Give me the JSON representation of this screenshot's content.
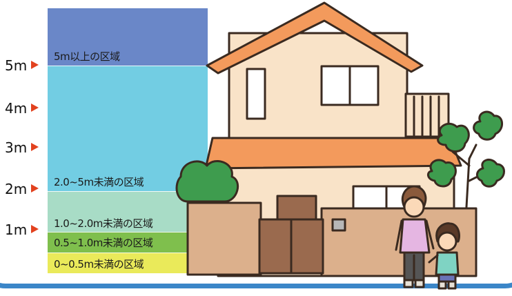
{
  "scale": {
    "labels": [
      "5m",
      "4m",
      "3m",
      "2m",
      "1m"
    ],
    "marker_color": "#e2421f"
  },
  "zones": [
    {
      "label": "5m以上の区域",
      "color": "#6a87c8"
    },
    {
      "label": "2.0~5m未満の区域",
      "color": "#72cde3"
    },
    {
      "label": "1.0~2.0m未満の区域",
      "color": "#a8dcc6"
    },
    {
      "label": "0.5~1.0m未満の区域",
      "color": "#7fbf4d"
    },
    {
      "label": "0~0.5m未満の区域",
      "color": "#eaea5a"
    }
  ],
  "colors": {
    "roof": "#f39a5c",
    "wall": "#f9e3c8",
    "fence": "#dcb08c",
    "door": "#9a6a4e",
    "tree": "#3e9c4e",
    "frame": "#3b86c8"
  }
}
